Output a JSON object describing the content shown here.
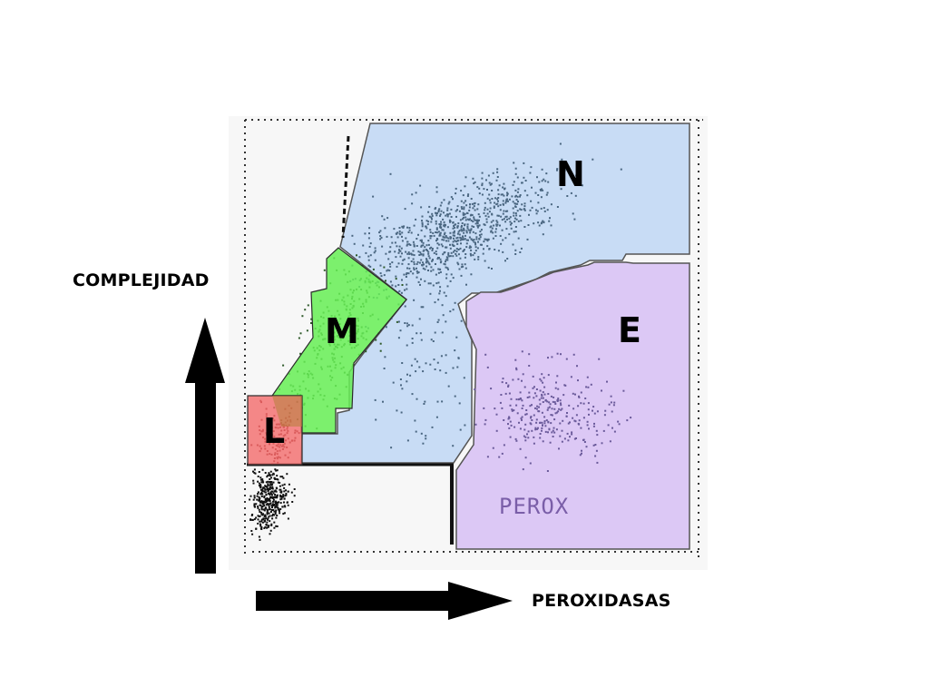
{
  "axes": {
    "y_label": "COMPLEJIDAD",
    "x_label": "PEROXIDASAS"
  },
  "regions": {
    "neutrophils": {
      "letter": "N",
      "color": "#c8dcf5"
    },
    "eosinophils": {
      "letter": "E",
      "color": "#dcc8f5"
    },
    "monocytes": {
      "letter": "M",
      "color": "#66ee55"
    },
    "lymphocytes": {
      "letter": "L",
      "color": "#f26a6a"
    }
  },
  "plot": {
    "watermark": "PEROX",
    "dot_color": "#4a6680",
    "arrow_color": "#000000"
  }
}
